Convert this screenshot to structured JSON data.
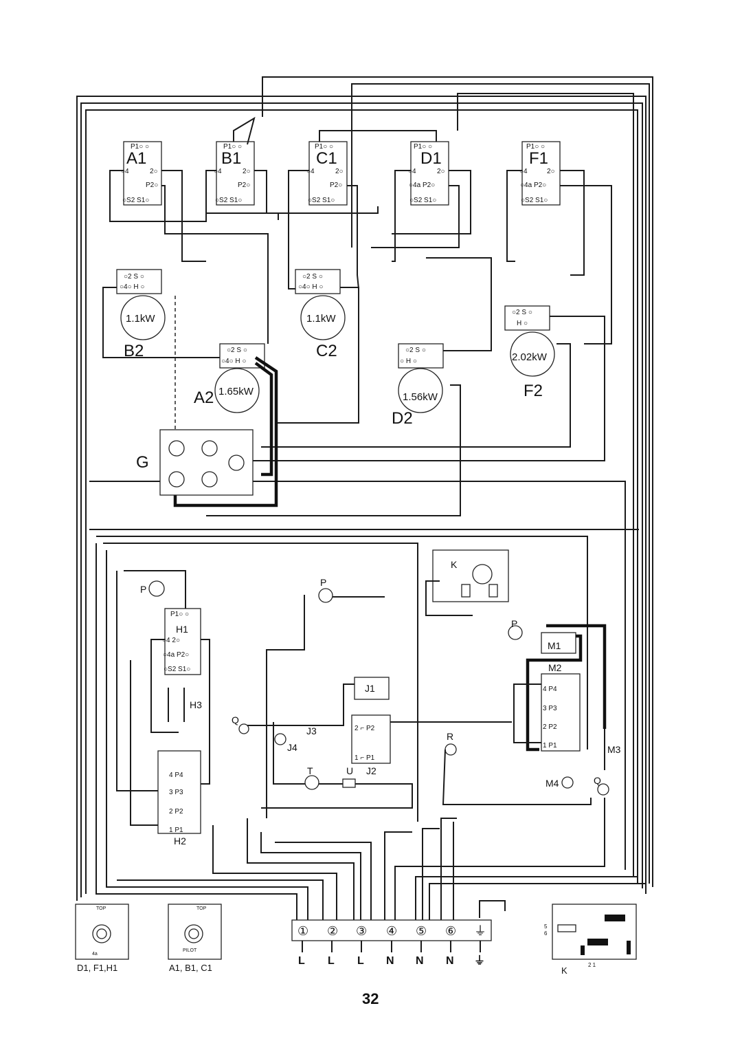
{
  "page_number": "32",
  "components": {
    "A1": "A1",
    "B1": "B1",
    "C1": "C1",
    "D1": "D1",
    "F1": "F1",
    "A2": "A2",
    "B2": "B2",
    "C2": "C2",
    "D2": "D2",
    "F2": "F2",
    "G": "G",
    "H1": "H1",
    "H2": "H2",
    "H3": "H3",
    "J1": "J1",
    "J2": "J2",
    "J3": "J3",
    "J4": "J4",
    "K": "K",
    "M1": "M1",
    "M2": "M2",
    "M3": "M3",
    "M4": "M4",
    "P": "P",
    "Q": "Q",
    "R": "R",
    "T": "T",
    "U": "U"
  },
  "ratings": {
    "B2": "1.1kW",
    "C2": "1.1kW",
    "A2": "1.65kW",
    "D2": "1.56kW",
    "F2": "2.02kW"
  },
  "terminal_block": {
    "numbers": [
      "①",
      "②",
      "③",
      "④",
      "⑤",
      "⑥",
      "⏚"
    ],
    "labels": [
      "L",
      "L",
      "L",
      "N",
      "N",
      "N",
      "⏚"
    ]
  },
  "legend": {
    "left_caption": "D1, F1,H1",
    "middle_caption": "A1, B1, C1",
    "right_caption": "K",
    "top_label": "TOP",
    "pilot_label": "PILOT",
    "k_pins_left": "5\n6",
    "k_pins_bottom": "2   1"
  },
  "colors": {
    "wire": "#1a1a1a",
    "background": "#ffffff"
  }
}
